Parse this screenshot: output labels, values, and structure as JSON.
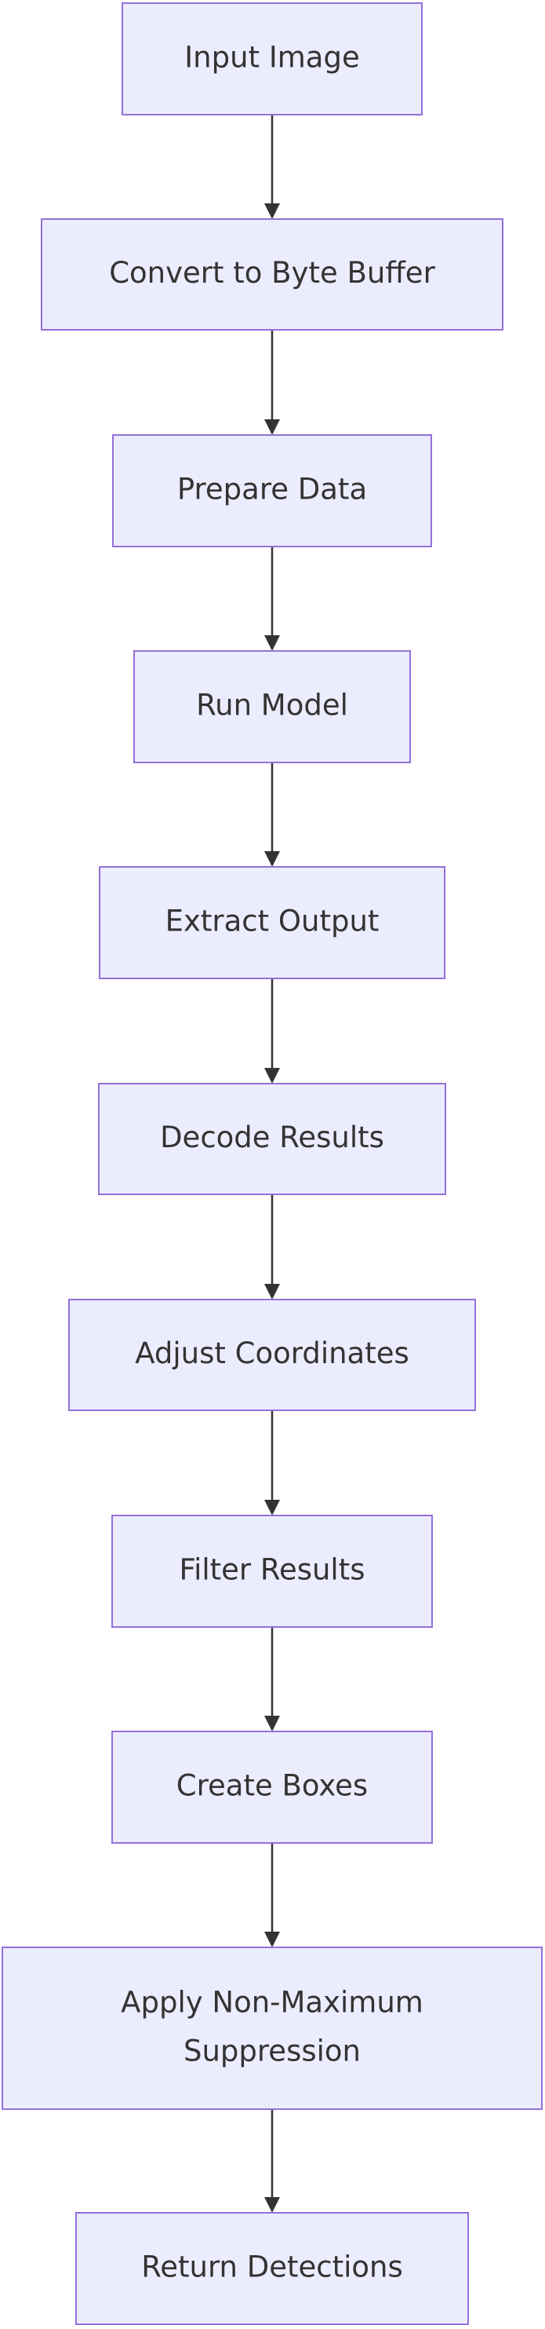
{
  "diagram": {
    "type": "flowchart",
    "direction": "top-down",
    "colors": {
      "node_fill": "#ececff",
      "node_border": "#9370db",
      "text": "#333333",
      "edge": "#333333",
      "background": "#ffffff"
    },
    "nodes": [
      {
        "id": "n1",
        "lines": [
          "Input Image"
        ]
      },
      {
        "id": "n2",
        "lines": [
          "Convert to Byte Buffer"
        ]
      },
      {
        "id": "n3",
        "lines": [
          "Prepare Data"
        ]
      },
      {
        "id": "n4",
        "lines": [
          "Run Model"
        ]
      },
      {
        "id": "n5",
        "lines": [
          "Extract Output"
        ]
      },
      {
        "id": "n6",
        "lines": [
          "Decode Results"
        ]
      },
      {
        "id": "n7",
        "lines": [
          "Adjust Coordinates"
        ]
      },
      {
        "id": "n8",
        "lines": [
          "Filter Results"
        ]
      },
      {
        "id": "n9",
        "lines": [
          "Create Boxes"
        ]
      },
      {
        "id": "n10",
        "lines": [
          "Apply Non-Maximum",
          "Suppression"
        ]
      },
      {
        "id": "n11",
        "lines": [
          "Return Detections"
        ]
      }
    ],
    "edges": [
      {
        "from": "n1",
        "to": "n2"
      },
      {
        "from": "n2",
        "to": "n3"
      },
      {
        "from": "n3",
        "to": "n4"
      },
      {
        "from": "n4",
        "to": "n5"
      },
      {
        "from": "n5",
        "to": "n6"
      },
      {
        "from": "n6",
        "to": "n7"
      },
      {
        "from": "n7",
        "to": "n8"
      },
      {
        "from": "n8",
        "to": "n9"
      },
      {
        "from": "n9",
        "to": "n10"
      },
      {
        "from": "n10",
        "to": "n11"
      }
    ]
  }
}
